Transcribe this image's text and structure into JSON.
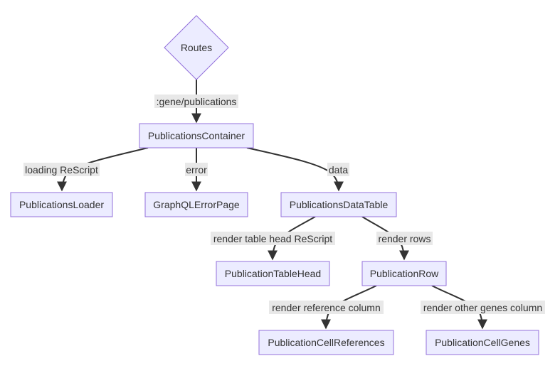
{
  "diagram": {
    "nodes": {
      "routes": "Routes",
      "publications_container": "PublicationsContainer",
      "publications_loader": "PublicationsLoader",
      "graphql_error_page": "GraphQLErrorPage",
      "publications_data_table": "PublicationsDataTable",
      "publication_table_head": "PublicationTableHead",
      "publication_row": "PublicationRow",
      "publication_cell_references": "PublicationCellReferences",
      "publication_cell_genes": "PublicationCellGenes"
    },
    "edges": {
      "routes_to_container": ":gene/publications",
      "container_to_loader": "loading ReScript",
      "container_to_error": "error",
      "container_to_table": "data",
      "table_to_head": "render table head ReScript",
      "table_to_row": "render rows",
      "row_to_references": "render reference column",
      "row_to_genes": "render other genes column"
    }
  },
  "colors": {
    "node_fill": "#ECECFF",
    "node_stroke": "#9370DB",
    "edge": "#333333",
    "edge_label_bg": "#e8e8e8"
  }
}
